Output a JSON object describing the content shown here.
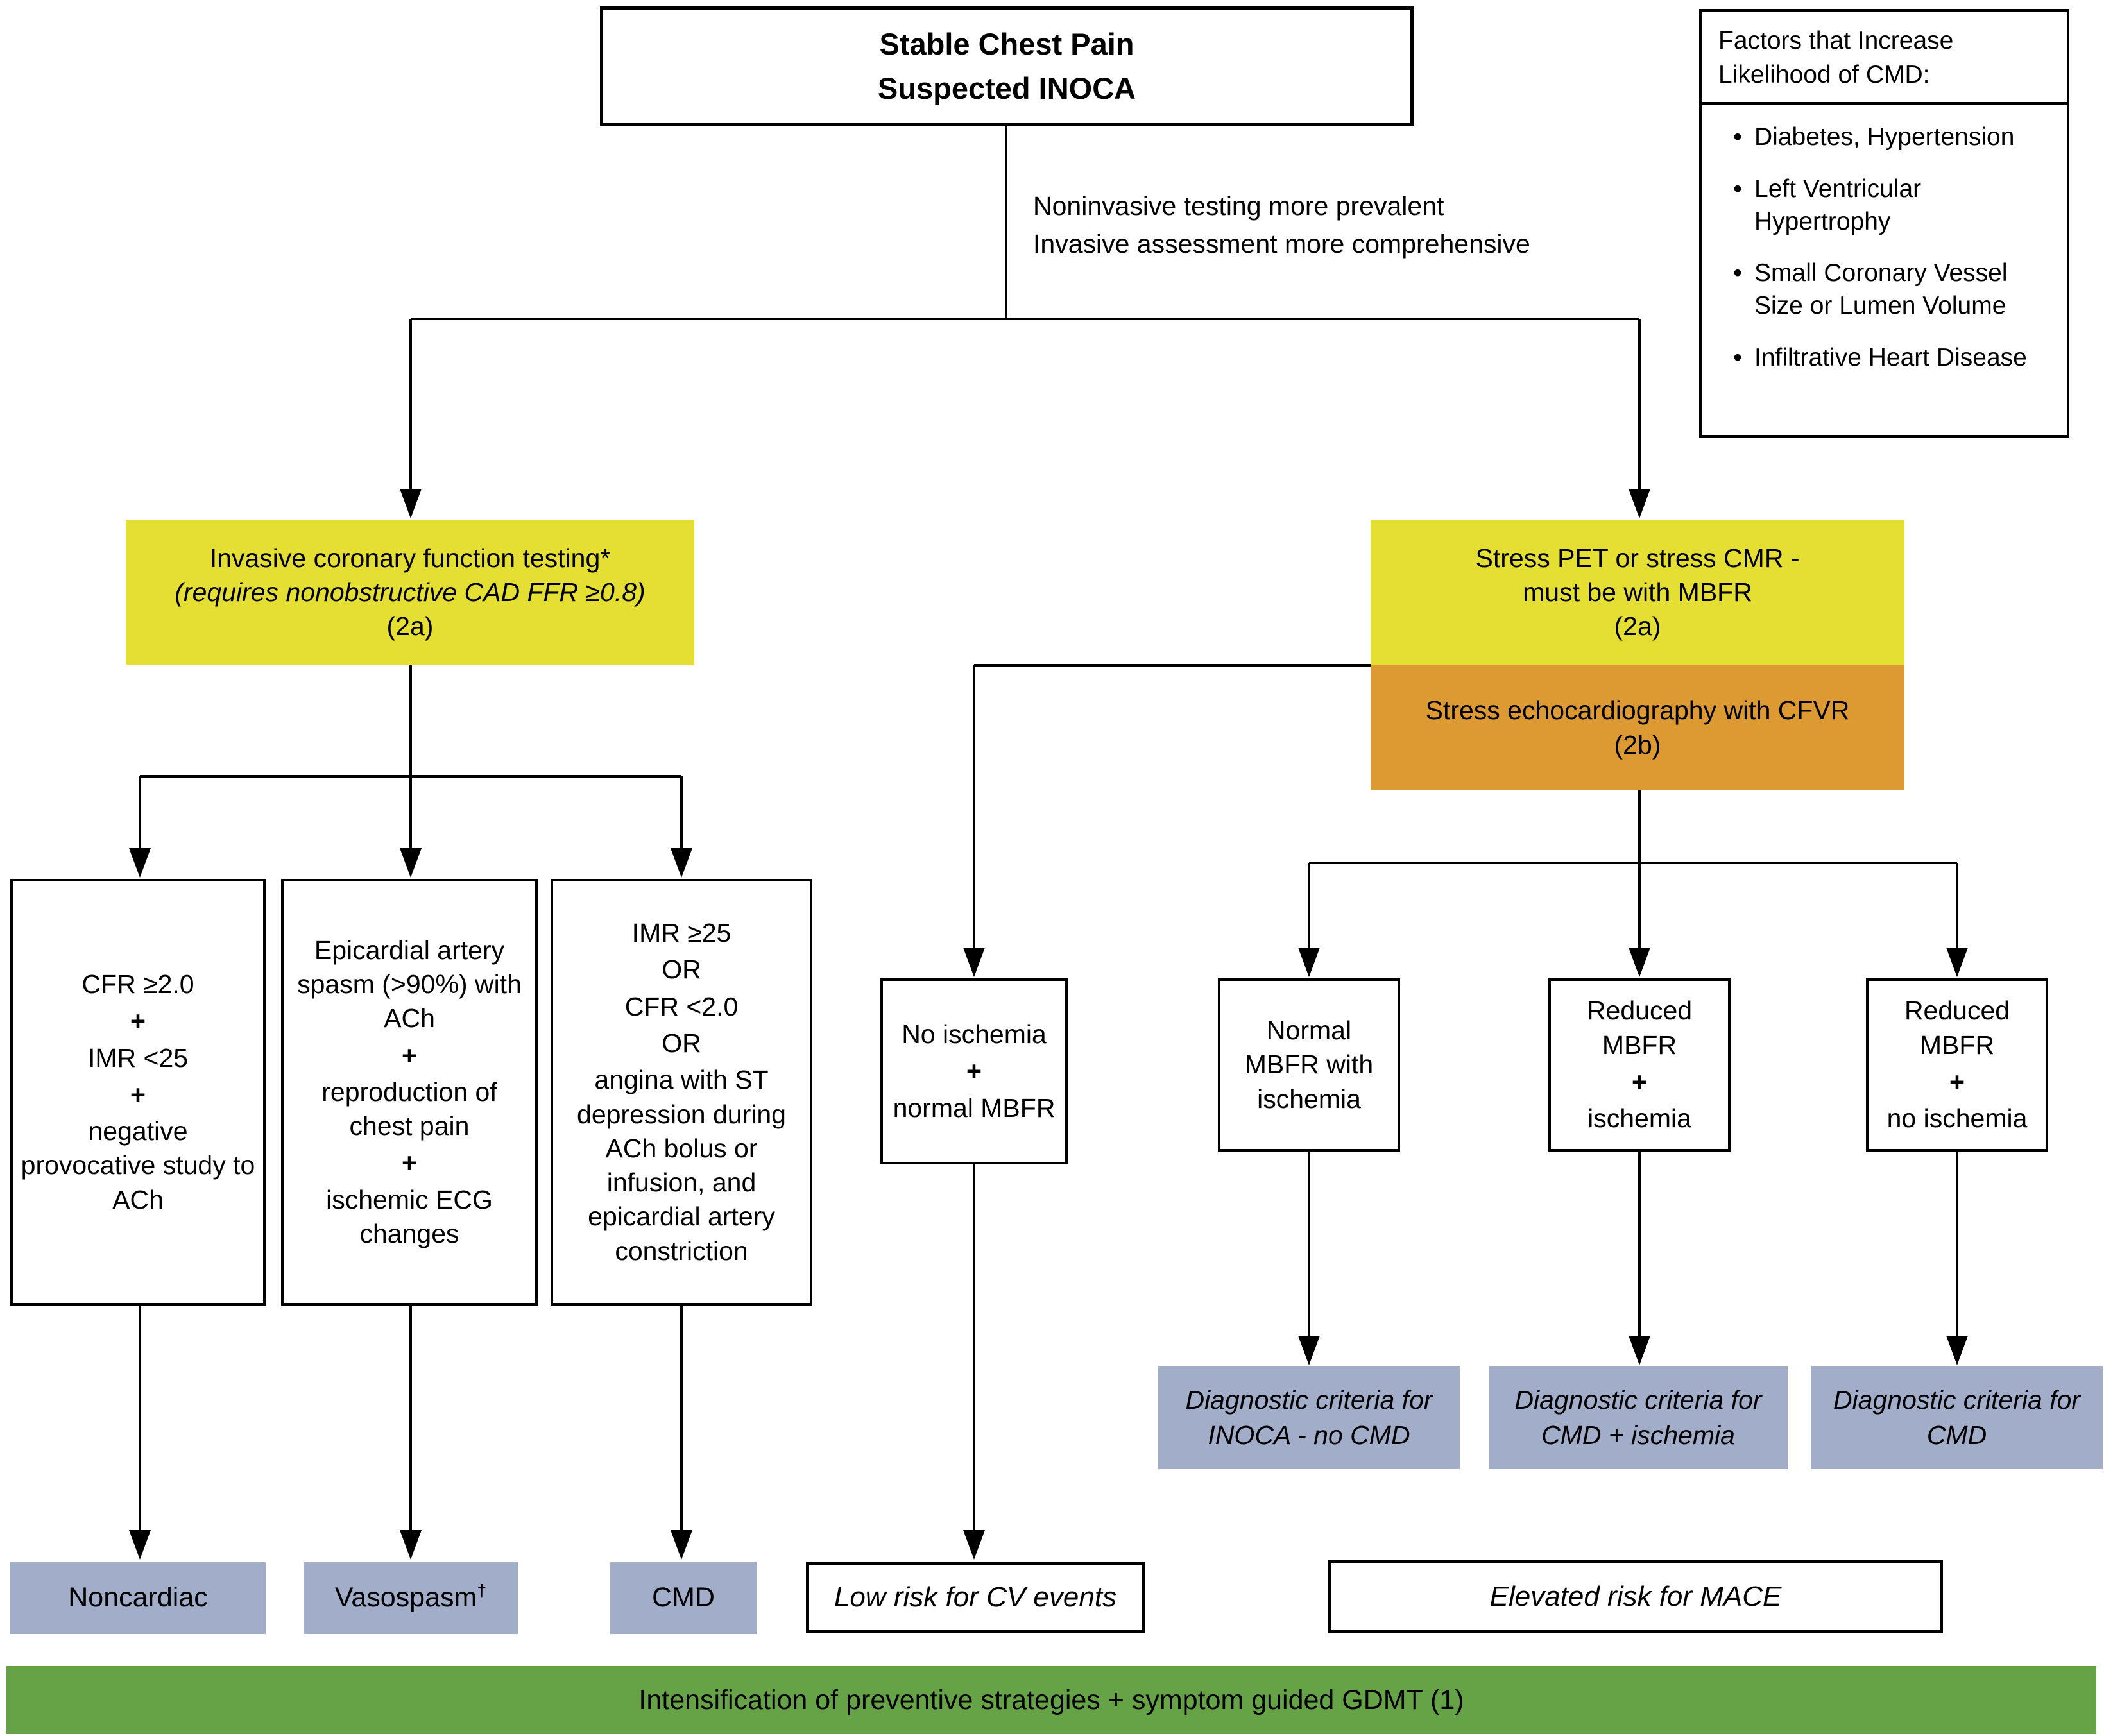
{
  "title": {
    "line1": "Stable Chest Pain",
    "line2": "Suspected INOCA"
  },
  "annotation": {
    "line1": "Noninvasive testing more prevalent",
    "line2": "Invasive assessment more comprehensive"
  },
  "factors": {
    "title": "Factors that Increase Likelihood of CMD:",
    "items": [
      "Diabetes, Hypertension",
      "Left Ventricular Hypertrophy",
      "Small Coronary Vessel Size or Lumen Volume",
      "Infiltrative Heart Disease"
    ]
  },
  "invasive_test": {
    "line1": "Invasive coronary function testing*",
    "line2": "(requires nonobstructive CAD FFR ≥0.8)",
    "line3": "(2a)"
  },
  "noninvasive_test": {
    "pet_line1": "Stress PET or stress CMR -",
    "pet_line2": "must be with MBFR",
    "pet_line3": "(2a)",
    "echo_line1": "Stress echocardiography with CFVR",
    "echo_line2": "(2b)"
  },
  "criteria": {
    "box1": {
      "lines": [
        "CFR ≥2.0",
        "+",
        "IMR <25",
        "+",
        "negative provocative study to ACh"
      ]
    },
    "box2": {
      "lines": [
        "Epicardial artery spasm (>90%) with ACh",
        "+",
        "reproduction of chest pain",
        "+",
        "ischemic ECG changes"
      ]
    },
    "box3": {
      "lines": [
        "IMR ≥25",
        "OR",
        "CFR <2.0",
        "OR",
        "angina with ST depression during ACh bolus or infusion, and epicardial artery constriction"
      ]
    }
  },
  "mbfr_results": {
    "no_ischemia": {
      "lines": [
        "No ischemia",
        "+",
        "normal MBFR"
      ]
    },
    "normal_mbfr_ischemia": "Normal MBFR with ischemia",
    "reduced_mbfr_ischemia": {
      "lines": [
        "Reduced MBFR",
        "+",
        "ischemia"
      ]
    },
    "reduced_mbfr_no_ischemia": {
      "lines": [
        "Reduced MBFR",
        "+",
        "no ischemia"
      ]
    }
  },
  "diagnostic": {
    "inoca_no_cmd": "Diagnostic criteria for INOCA - no CMD",
    "cmd_ischemia": "Diagnostic criteria for CMD + ischemia",
    "cmd": "Diagnostic criteria for CMD"
  },
  "outcomes": {
    "noncardiac": "Noncardiac",
    "vasospasm": {
      "text": "Vasospasm",
      "sup": "†"
    },
    "cmd": "CMD"
  },
  "risk": {
    "low": "Low risk for CV events",
    "elevated": "Elevated risk for MACE"
  },
  "footer": "Intensification of preventive strategies + symptom guided GDMT (1)",
  "colors": {
    "yellow": "#e6df33",
    "orange": "#dd9a33",
    "blue": "#a2adc9",
    "green": "#66a347",
    "line": "#000000"
  }
}
